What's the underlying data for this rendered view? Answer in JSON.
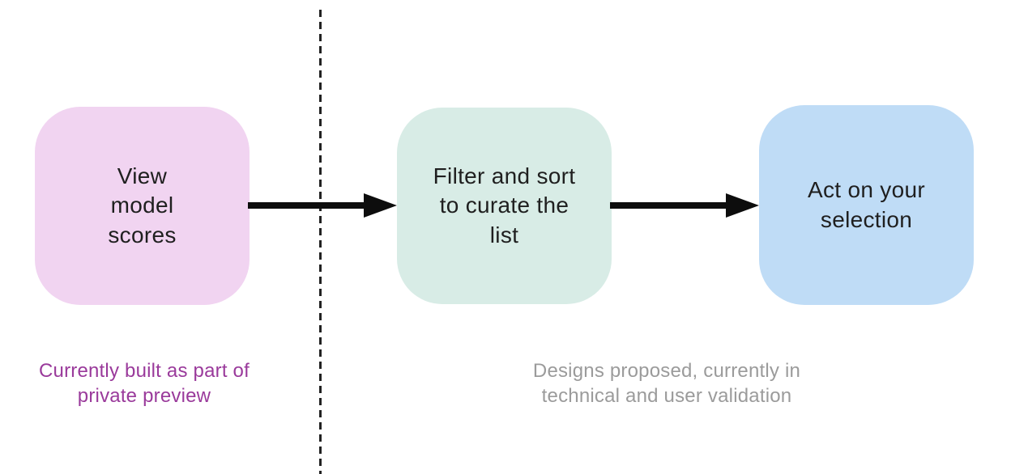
{
  "diagram": {
    "boxes": [
      {
        "label": "View\nmodel\nscores",
        "fill": "#f1d4f1"
      },
      {
        "label": "Filter and sort\nto curate the\nlist",
        "fill": "#d8ece6"
      },
      {
        "label": "Act on your\nselection",
        "fill": "#bfdcf6"
      }
    ],
    "captions": [
      {
        "lines": [
          "Currently built as part of",
          "private preview"
        ],
        "color": "#9a3a9b"
      },
      {
        "lines": [
          "Designs proposed, currently in",
          "technical and user validation"
        ],
        "color": "#9b9b9b"
      }
    ],
    "arrow_color": "#0d0d0d",
    "divider_color": "#222222",
    "box_text_color": "#1f1f1f"
  }
}
